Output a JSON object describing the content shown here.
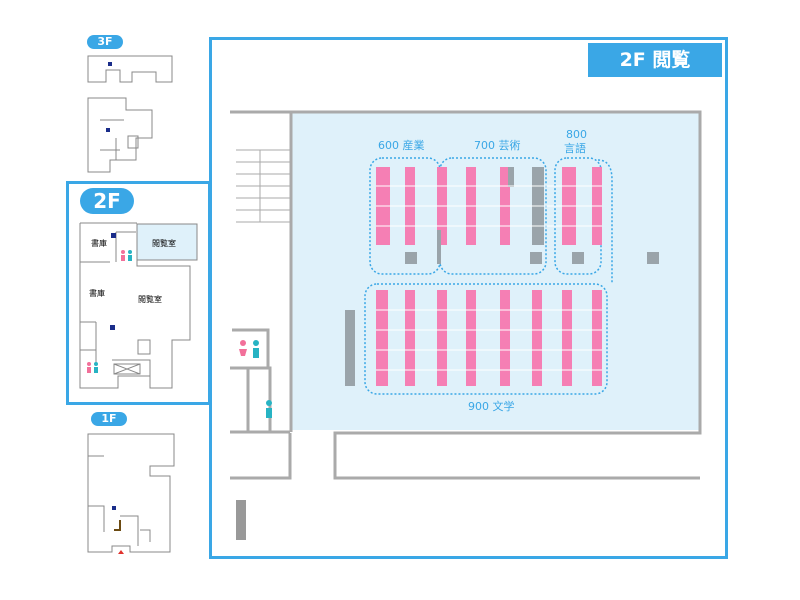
{
  "floors": {
    "f3": {
      "label": "3F"
    },
    "f2": {
      "label": "2F",
      "rooms": {
        "stacks_top": "書庫",
        "reading_top": "閲覧室",
        "stacks_mid": "書庫",
        "reading_main": "閲覧室"
      }
    },
    "f1": {
      "label": "1F"
    }
  },
  "main": {
    "title": "2F 閲覧",
    "sections": {
      "s600": "600 産業",
      "s700": "700 芸術",
      "s800_num": "800",
      "s800_name": "言語",
      "s900": "900 文学"
    }
  },
  "colors": {
    "accent": "#3aa7e6",
    "shelf": "#f57fb4",
    "room_fill": "#dff1fa",
    "wall": "#aaaaaa",
    "restroom_female": "#f2709a",
    "restroom_male": "#27b3c3"
  },
  "icons": [
    "restroom-female-icon",
    "restroom-male-icon",
    "accessible-restroom-icon",
    "stairs-icon",
    "elevator-icon"
  ]
}
